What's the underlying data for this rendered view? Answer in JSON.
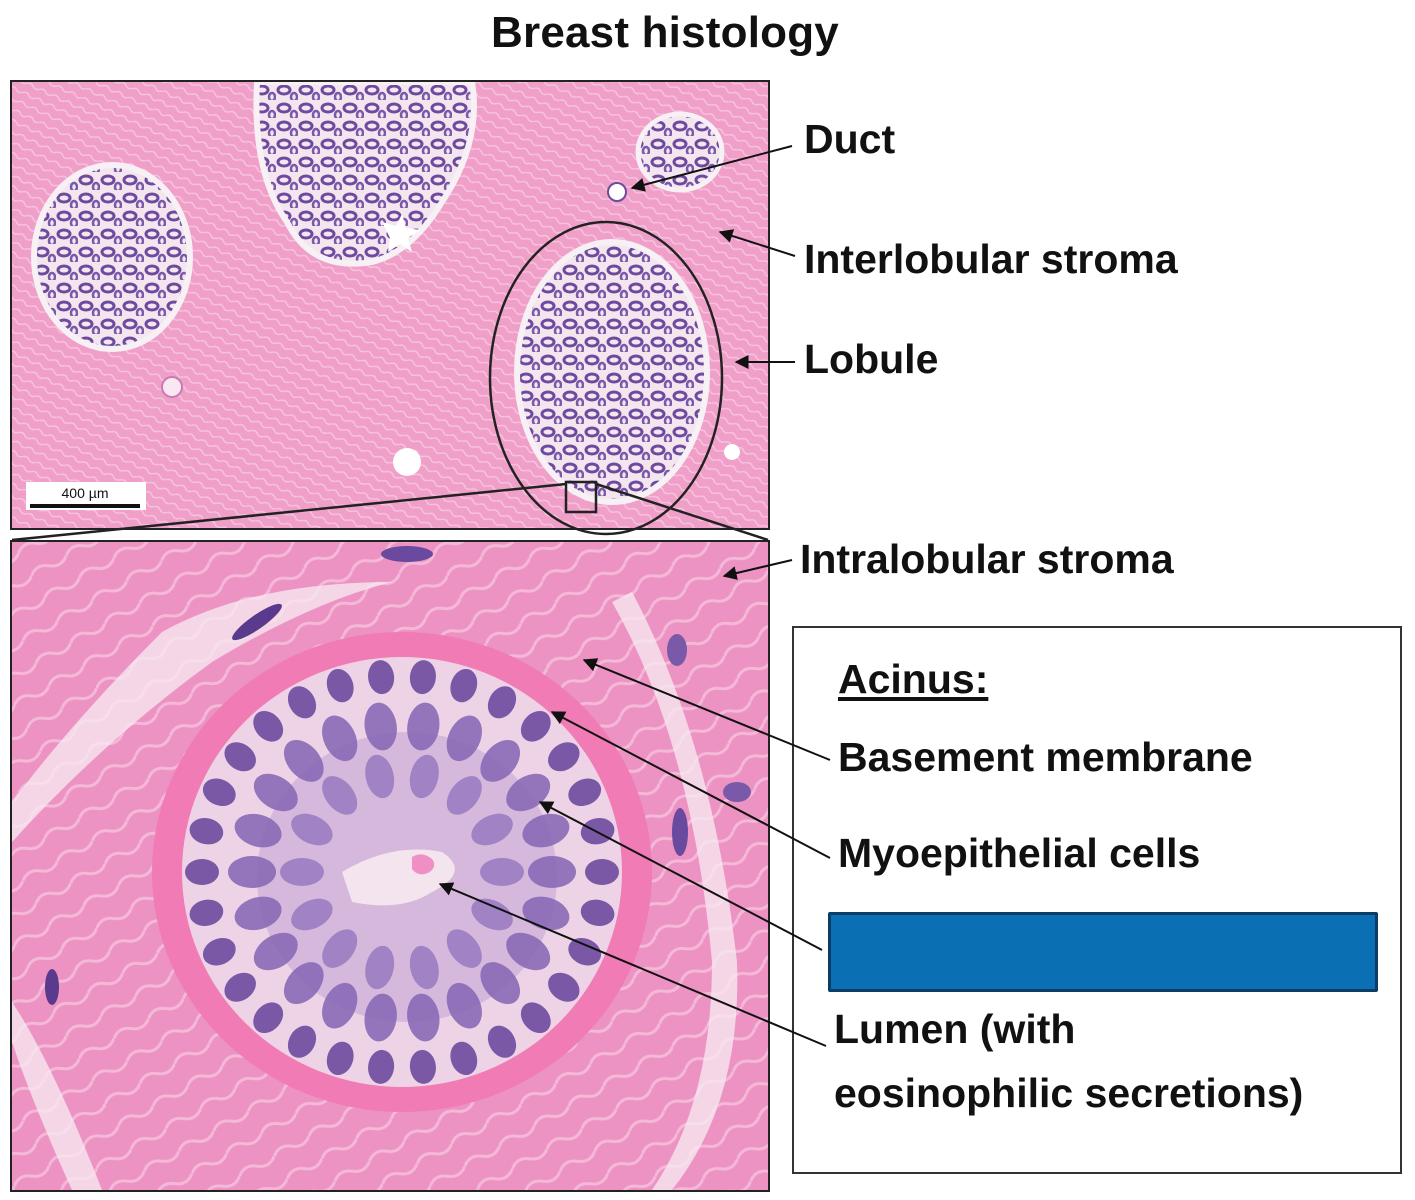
{
  "title": "Breast histology",
  "labels": {
    "duct": "Duct",
    "interlobular_stroma": "Interlobular stroma",
    "lobule": "Lobule",
    "intralobular_stroma": "Intralobular stroma",
    "basement_membrane": "Basement membrane",
    "myoepithelial_cells": "Myoepithelial cells",
    "lumen_line1": "Lumen (with",
    "lumen_line2": "eosinophilic secretions)"
  },
  "acinus_heading": "Acinus:",
  "scale_bar_label": "400 µm",
  "colors": {
    "stroma_pink": "#e98fbf",
    "nuclei_purple": "#6e4a9e",
    "hidden_label_fill": "#0b6fb4"
  }
}
